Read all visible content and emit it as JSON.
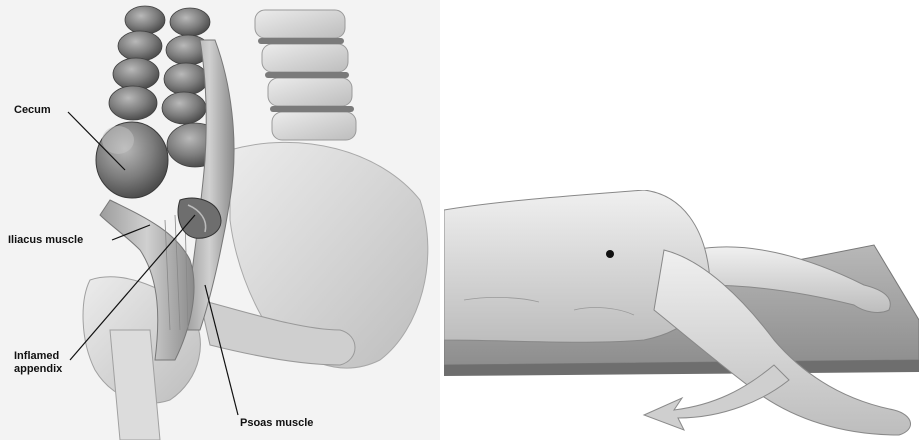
{
  "labels": {
    "cecum": "Cecum",
    "iliacus": "Iliacus muscle",
    "appendix": "Inflamed\nappendix",
    "psoas": "Psoas muscle"
  },
  "colors": {
    "background_left": "#f3f3f3",
    "bowel": "#8a8a8a",
    "bone": "#d6d6d6",
    "muscle": "#b0b0b0",
    "skin": "#e2e2e2",
    "table": "#9a9a9a",
    "arrow": "#c9c9c9"
  }
}
